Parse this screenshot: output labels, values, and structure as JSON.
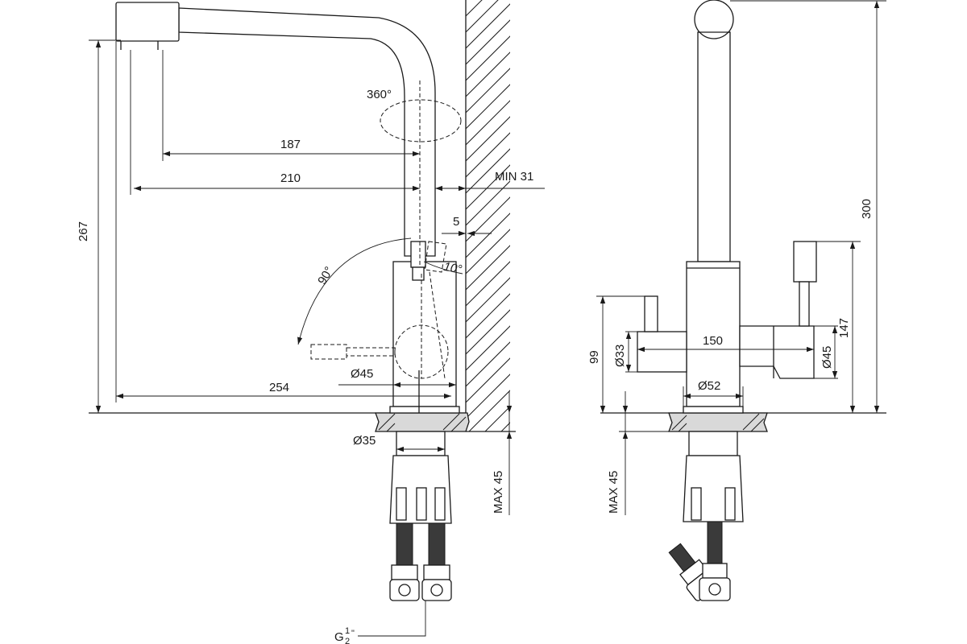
{
  "side_view": {
    "dim_spout_rotation": "360°",
    "dim_reach_187": "187",
    "dim_reach_210": "210",
    "dim_wall_min": "MIN 31",
    "dim_offset_5": "5",
    "dim_lever_swing": "90°",
    "dim_tilt_10": "10°",
    "dim_body_dia": "Ø45",
    "dim_total_height": "267",
    "dim_base_reach": "254",
    "dim_shank_dia": "Ø35",
    "dim_deck_max": "MAX 45",
    "thread_label": "G",
    "thread_num": "1",
    "thread_den": "2",
    "thread_mark": "\""
  },
  "front_view": {
    "dim_height_300": "300",
    "dim_height_147": "147",
    "dim_height_99": "99",
    "dim_handle_dia": "Ø33",
    "dim_handle_span": "150",
    "dim_right_dia": "Ø45",
    "dim_base_dia": "Ø52",
    "dim_deck_max": "MAX 45"
  }
}
